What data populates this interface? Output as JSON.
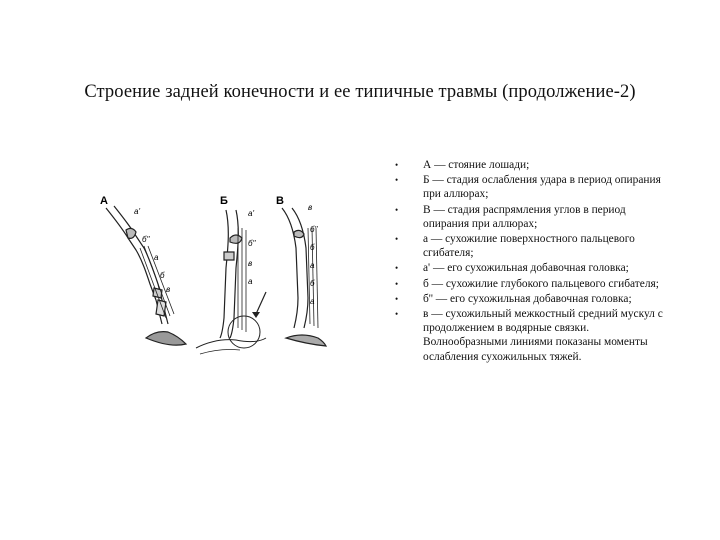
{
  "slide": {
    "title": "Строение задней конечности и ее типичные травмы (продолжение-2)"
  },
  "figure": {
    "panel_labels": [
      "А",
      "Б",
      "В"
    ],
    "part_labels": {
      "a1": "а'",
      "b2": "б''",
      "a": "а",
      "b": "б",
      "v": "в"
    }
  },
  "bullets": [
    "А — стояние лошади;",
    "Б — стадия ослабления удара в период опирания при аллюрах;",
    "В — стадия распрямления углов в период опирания при аллюрах;",
    "а — сухожилие поверхностного пальцевого сгибателя;",
    "а' — его сухожильная добавочная головка;",
    "б — сухожилие глубокого пальцевого сгибателя;",
    "б'' — его сухожильная добавочная головка;",
    "в — сухожильный межкостный средний мускул с продолжением в водярные связки. Волнообразными линиями показаны моменты ослабления сухожильных тяжей."
  ]
}
